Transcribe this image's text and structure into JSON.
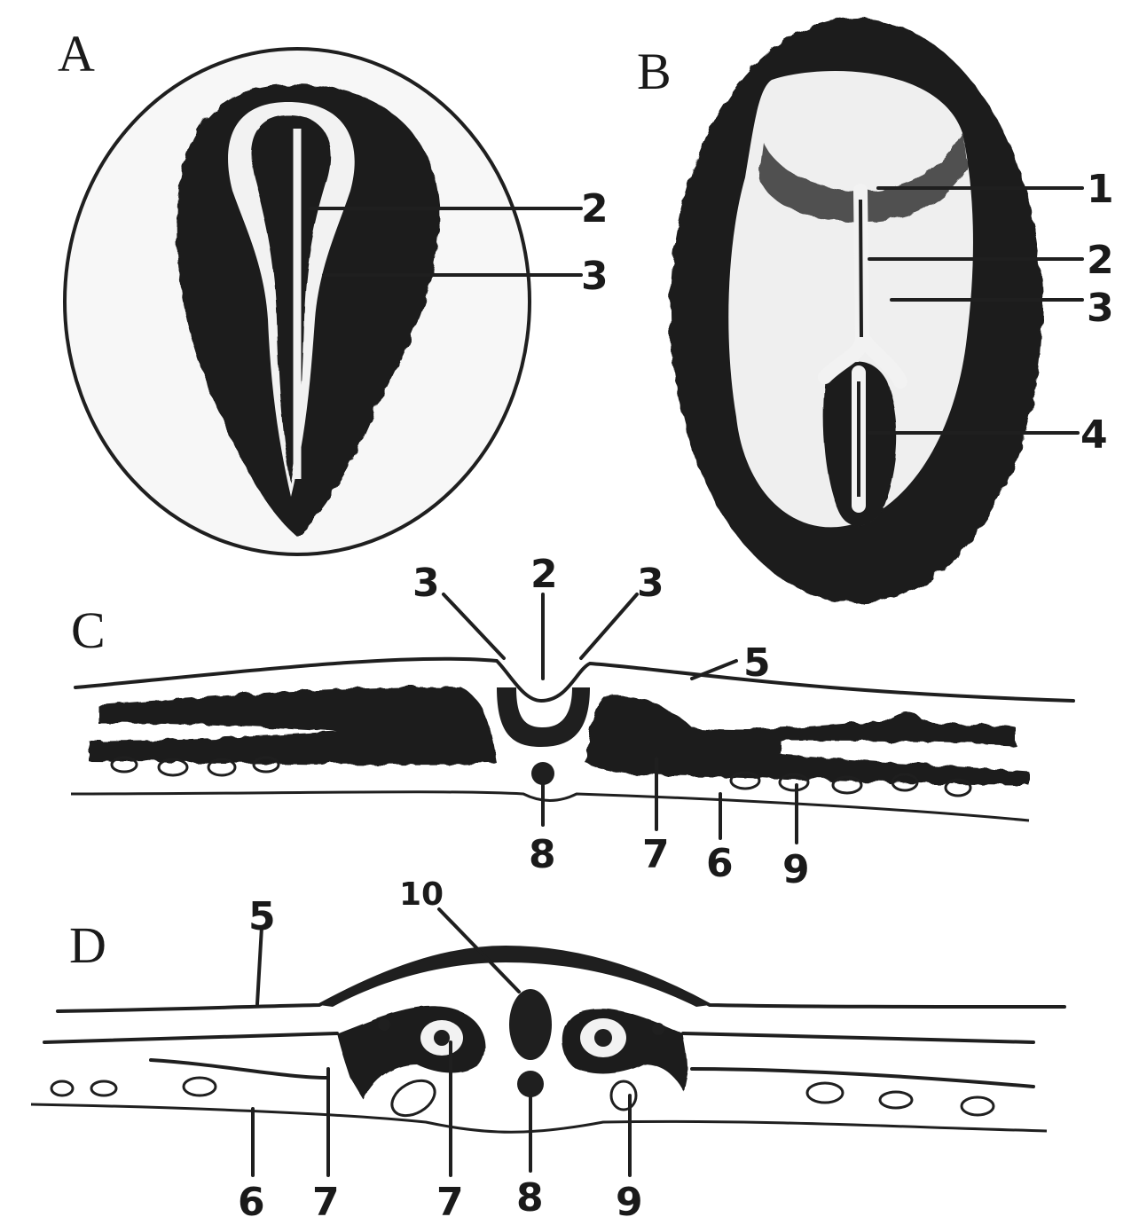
{
  "panels": {
    "a": {
      "letter": "A",
      "labels": [
        "2",
        "3"
      ]
    },
    "b": {
      "letter": "B",
      "labels": [
        "1",
        "2",
        "3",
        "4"
      ]
    },
    "c": {
      "letter": "C",
      "labels": [
        "3",
        "2",
        "3",
        "5",
        "8",
        "7",
        "6",
        "9"
      ]
    },
    "d": {
      "letter": "D",
      "labels": [
        "10",
        "5",
        "6",
        "7",
        "7",
        "8",
        "9"
      ]
    }
  },
  "colors": {
    "ink": "#1f1f1f",
    "paper": "#ffffff"
  }
}
